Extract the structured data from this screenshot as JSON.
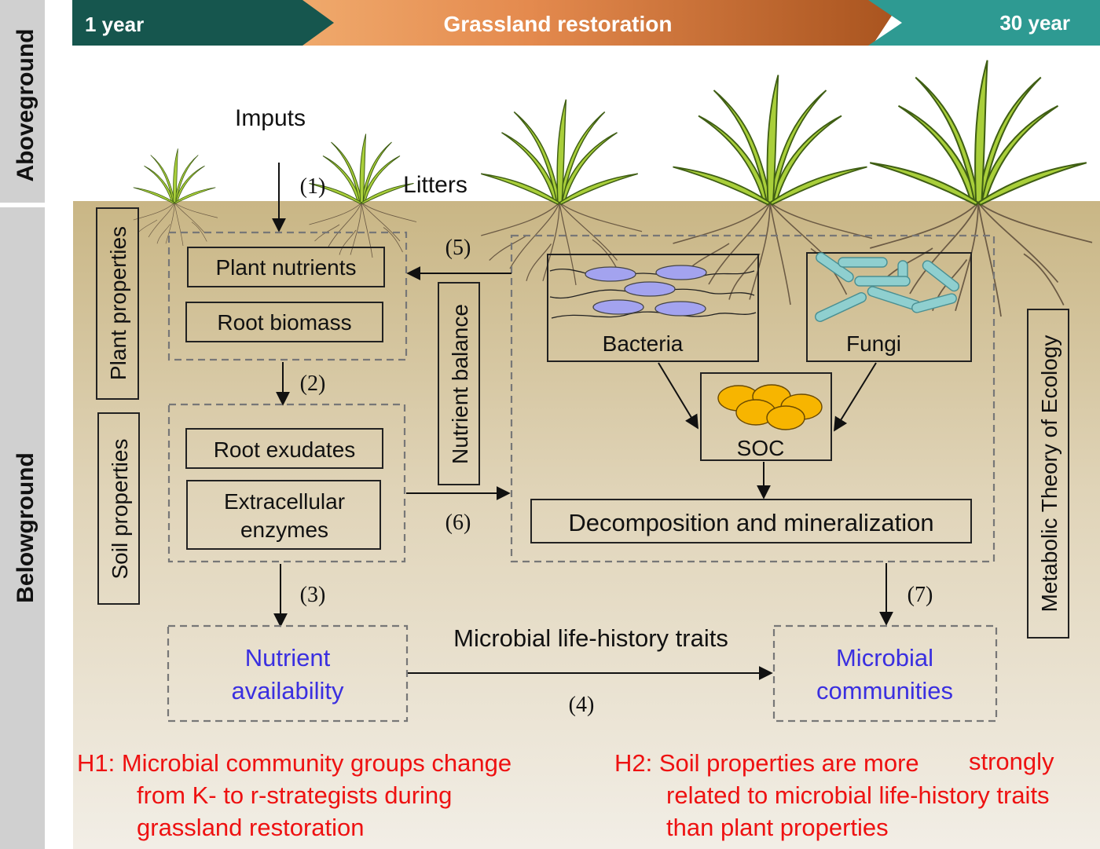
{
  "timeline": {
    "start": "1 year",
    "middle": "Grassland restoration",
    "end": "30 year"
  },
  "side_labels": {
    "top": "Aboveground",
    "bottom": "Belowground"
  },
  "inputs": {
    "imputs": "Imputs",
    "litters": "Litters"
  },
  "vertical_boxes": {
    "plant_properties": "Plant properties",
    "soil_properties": "Soil properties",
    "nutrient_balance": "Nutrient balance",
    "metabolic_theory": "Metabolic Theory of Ecology"
  },
  "boxes": {
    "plant_nutrients": "Plant nutrients",
    "root_biomass": "Root biomass",
    "root_exudates": "Root exudates",
    "extracellular_line1": "Extracellular",
    "extracellular_line2": "enzymes",
    "bacteria": "Bacteria",
    "fungi": "Fungi",
    "soc": "SOC",
    "decomposition": "Decomposition and mineralization",
    "nutrient_line1": "Nutrient",
    "nutrient_line2": "availability",
    "microbial_line1": "Microbial",
    "microbial_line2": "communities",
    "life_history": "Microbial life-history traits"
  },
  "steps": {
    "s1": "(1)",
    "s2": "(2)",
    "s3": "(3)",
    "s4": "(4)",
    "s5": "(5)",
    "s6": "(6)",
    "s7": "(7)"
  },
  "hypotheses": {
    "h1_line1": "H1:  Microbial community groups change",
    "h1_line2": "from K- to r-strategists during",
    "h1_line3": "grassland restoration",
    "h2_line1": "H2: Soil properties are more",
    "h2_line1b": "strongly",
    "h2_line2": "related to microbial life-history traits",
    "h2_line3": "than plant properties"
  },
  "colors": {
    "timeline_dark": "#16564e",
    "timeline_orange": "#f6ad67",
    "timeline_rust": "#a8531e",
    "timeline_teal": "#2e9a92",
    "soil_top": "#cbb889",
    "soil_bottom": "#f1ede4",
    "bacteria": "#a3a3ef",
    "fungi": "#8fcfcf",
    "soc": "#f7b500",
    "highlight_text": "#3a2fe0",
    "hypothesis_text": "#ee1111"
  }
}
